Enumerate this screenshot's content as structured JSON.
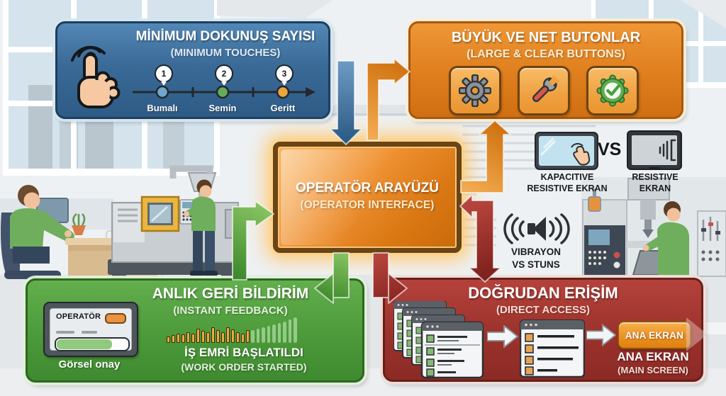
{
  "colors": {
    "blue_panel": "#35648f",
    "orange_panel": "#e0801f",
    "green_panel": "#4c9a3a",
    "red_panel": "#9c322c",
    "center_orange": "#f09335",
    "glow": "#ffc76e"
  },
  "min_touches": {
    "icon": "hand-touch-icon",
    "title": "MİNİMUM DOKUNUŞ SAYISI",
    "subtitle": "(MINIMUM TOUCHES)",
    "steps": [
      {
        "num": "1",
        "label": "Bumalı"
      },
      {
        "num": "2",
        "label": "Semin"
      },
      {
        "num": "3",
        "label": "Geritt"
      }
    ]
  },
  "large_buttons": {
    "title": "BÜYÜK VE NET BUTONLAR",
    "subtitle": "(LARGE & CLEAR BUTTONS)",
    "icons": [
      "gear-icon",
      "wrench-icon",
      "check-badge-icon"
    ]
  },
  "operator_interface": {
    "title": "OPERATÖR ARAYÜZÜ",
    "subtitle": "(OPERATOR INTERFACE)"
  },
  "screen_comparison": {
    "left_line1": "KAPACITIVE",
    "left_line2": "RESISTIVE EKRAN",
    "vs": "VS",
    "right_line1": "RESISTIVE",
    "right_line2": "EKRAN"
  },
  "vibration": {
    "icon": "speaker-icon",
    "line1": "VIBRAYON",
    "line2": "VS STUNS"
  },
  "instant_feedback": {
    "title": "ANLIK GERİ BİLDİRİM",
    "subtitle": "(INSTANT FEEDBACK)",
    "display_label": "OPERATÖR",
    "display_caption": "Görsel onay",
    "status_title": "İŞ EMRİ BAŞLATILDI",
    "status_subtitle": "(WORK ORDER STARTED)",
    "bars_orange": [
      9,
      11,
      13,
      12,
      15,
      13,
      20,
      17,
      15,
      22,
      18,
      15,
      22,
      19,
      15,
      13,
      18
    ],
    "bars_green": [
      18,
      20,
      22,
      24,
      26,
      28,
      30,
      33,
      36
    ]
  },
  "direct_access": {
    "title": "DOĞRUDAN ERİŞİM",
    "subtitle": "(DIRECT ACCESS)",
    "button_label": "ANA EKRAN",
    "caption_title": "ANA EKRAN",
    "caption_subtitle": "(MAIN SCREEN)"
  }
}
